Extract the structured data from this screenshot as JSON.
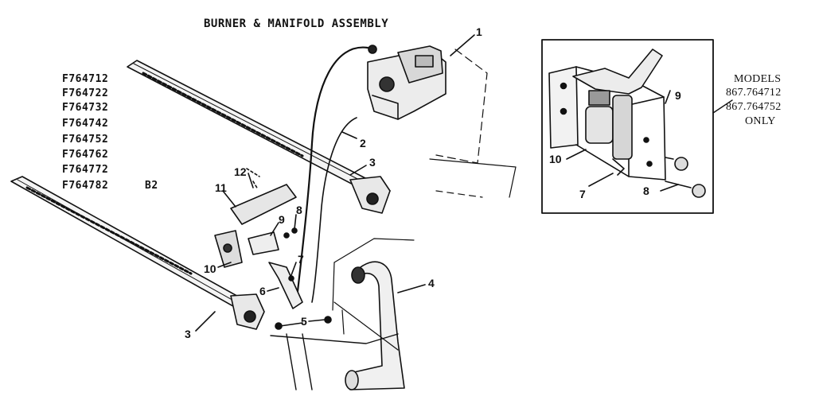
{
  "title": "BURNER & MANIFOLD ASSEMBLY",
  "model_list": [
    "F764712",
    "F764722",
    "F764732",
    "F764742",
    "F764752",
    "F764762",
    "F764772",
    "F764782"
  ],
  "model_suffix": "B2",
  "inset_note": {
    "line1": "MODELS",
    "line2": "867.764712",
    "line3": "867.764752",
    "line4": "ONLY"
  },
  "callouts": {
    "c1": "1",
    "c2": "2",
    "c3a": "3",
    "c3b": "3",
    "c4": "4",
    "c5": "5",
    "c6": "6",
    "c7": "7",
    "c8": "8",
    "c9": "9",
    "c10": "10",
    "c11": "11",
    "c12": "12",
    "i7": "7",
    "i8": "8",
    "i9": "9",
    "i10": "10"
  },
  "colors": {
    "line": "#111111",
    "background": "#ffffff"
  }
}
